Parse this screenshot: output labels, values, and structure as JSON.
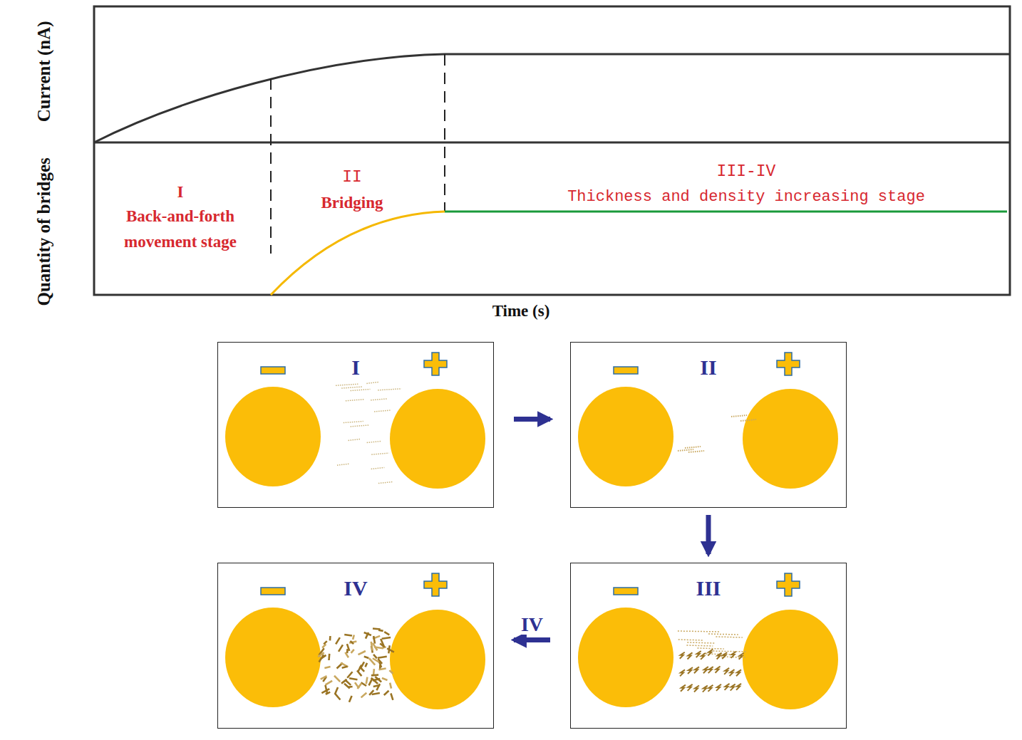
{
  "diagram": {
    "nodes": [
      {
        "text": [
          "I"
        ]
      },
      {
        "text": [
          "II"
        ]
      },
      {
        "text": [
          "III"
        ]
      },
      {
        "text": [
          "IV"
        ]
      }
    ],
    "edges": [
      {
        "from": 0,
        "to": 1,
        "arrow": "to"
      },
      {
        "from": 1,
        "to": 2,
        "arrow": "to"
      },
      {
        "from": 2,
        "to": 3,
        "label": "IV",
        "arrow": "to"
      }
    ],
    "labels": [
      "Current (nA)",
      "Quantity of bridges",
      "I",
      "Back-and-forth movement stage",
      "II",
      "Bridging",
      "III-IV",
      "Thickness and density increasing stage",
      "Time (s)"
    ]
  }
}
